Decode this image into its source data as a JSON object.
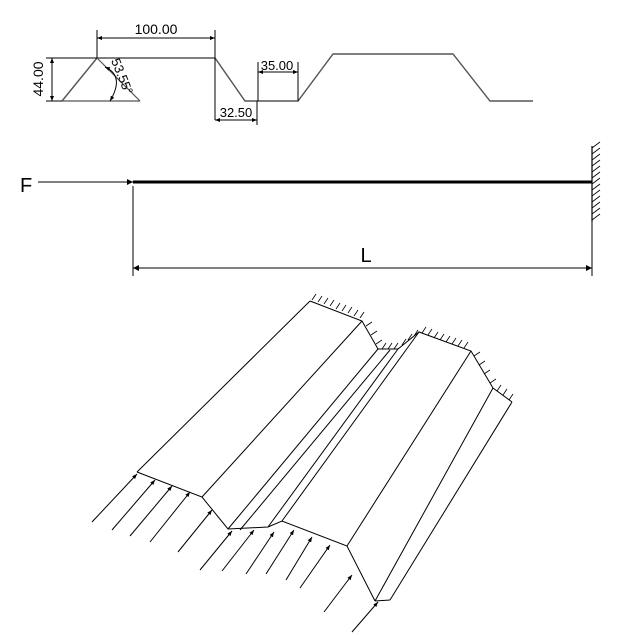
{
  "profile": {
    "dim_pitch": "100.00",
    "dim_height": "44.00",
    "dim_angle": "53.55°",
    "dim_top_flat": "35.00",
    "dim_bottom_flat": "32.50"
  },
  "beam": {
    "force_label": "F",
    "length_label": "L"
  },
  "colors": {
    "line": "#000000",
    "profile_line": "#555555",
    "background": "#ffffff"
  }
}
